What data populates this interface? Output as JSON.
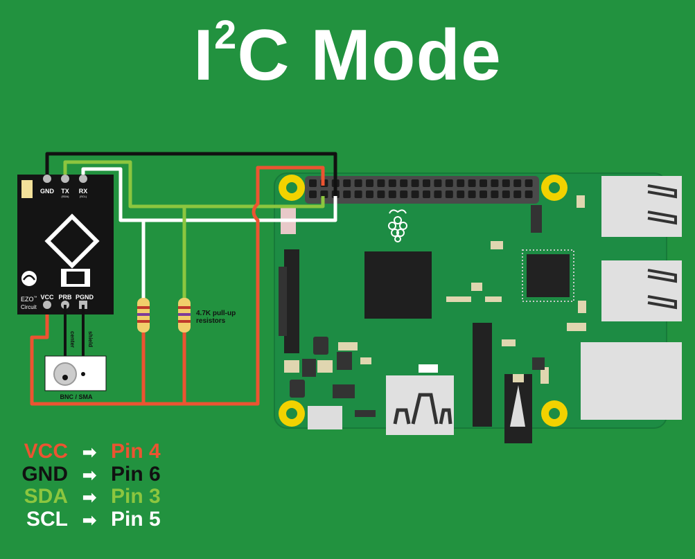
{
  "title": {
    "main": "I",
    "sup": "2",
    "rest": "C Mode"
  },
  "ezo": {
    "pins_top": [
      "GND",
      "TX",
      "RX"
    ],
    "pins_top_sub": [
      "",
      "(SDA)",
      "(SCL)"
    ],
    "brand": "EZO",
    "tm": "™",
    "brand_sub": "Circuit",
    "pins_bottom": [
      "VCC",
      "PRB",
      "PGND"
    ]
  },
  "connector": {
    "label": "BNC / SMA",
    "center": "center",
    "shield": "shield"
  },
  "resistor_label": [
    "4.7K pull-up",
    "resistors"
  ],
  "legend": [
    {
      "signal": "VCC",
      "pin": "Pin 4",
      "color": "#ec5431"
    },
    {
      "signal": "GND",
      "pin": "Pin 6",
      "color": "#111111"
    },
    {
      "signal": "SDA",
      "pin": "Pin 3",
      "color": "#8cc63f"
    },
    {
      "signal": "SCL",
      "pin": "Pin 5",
      "color": "#ffffff"
    }
  ],
  "colors": {
    "background": "#22923f",
    "board": "#1f8a45",
    "vcc": "#ec5431",
    "gnd": "#111111",
    "sda": "#8cc63f",
    "scl": "#ffffff",
    "mount_hole": "#f2d200"
  }
}
